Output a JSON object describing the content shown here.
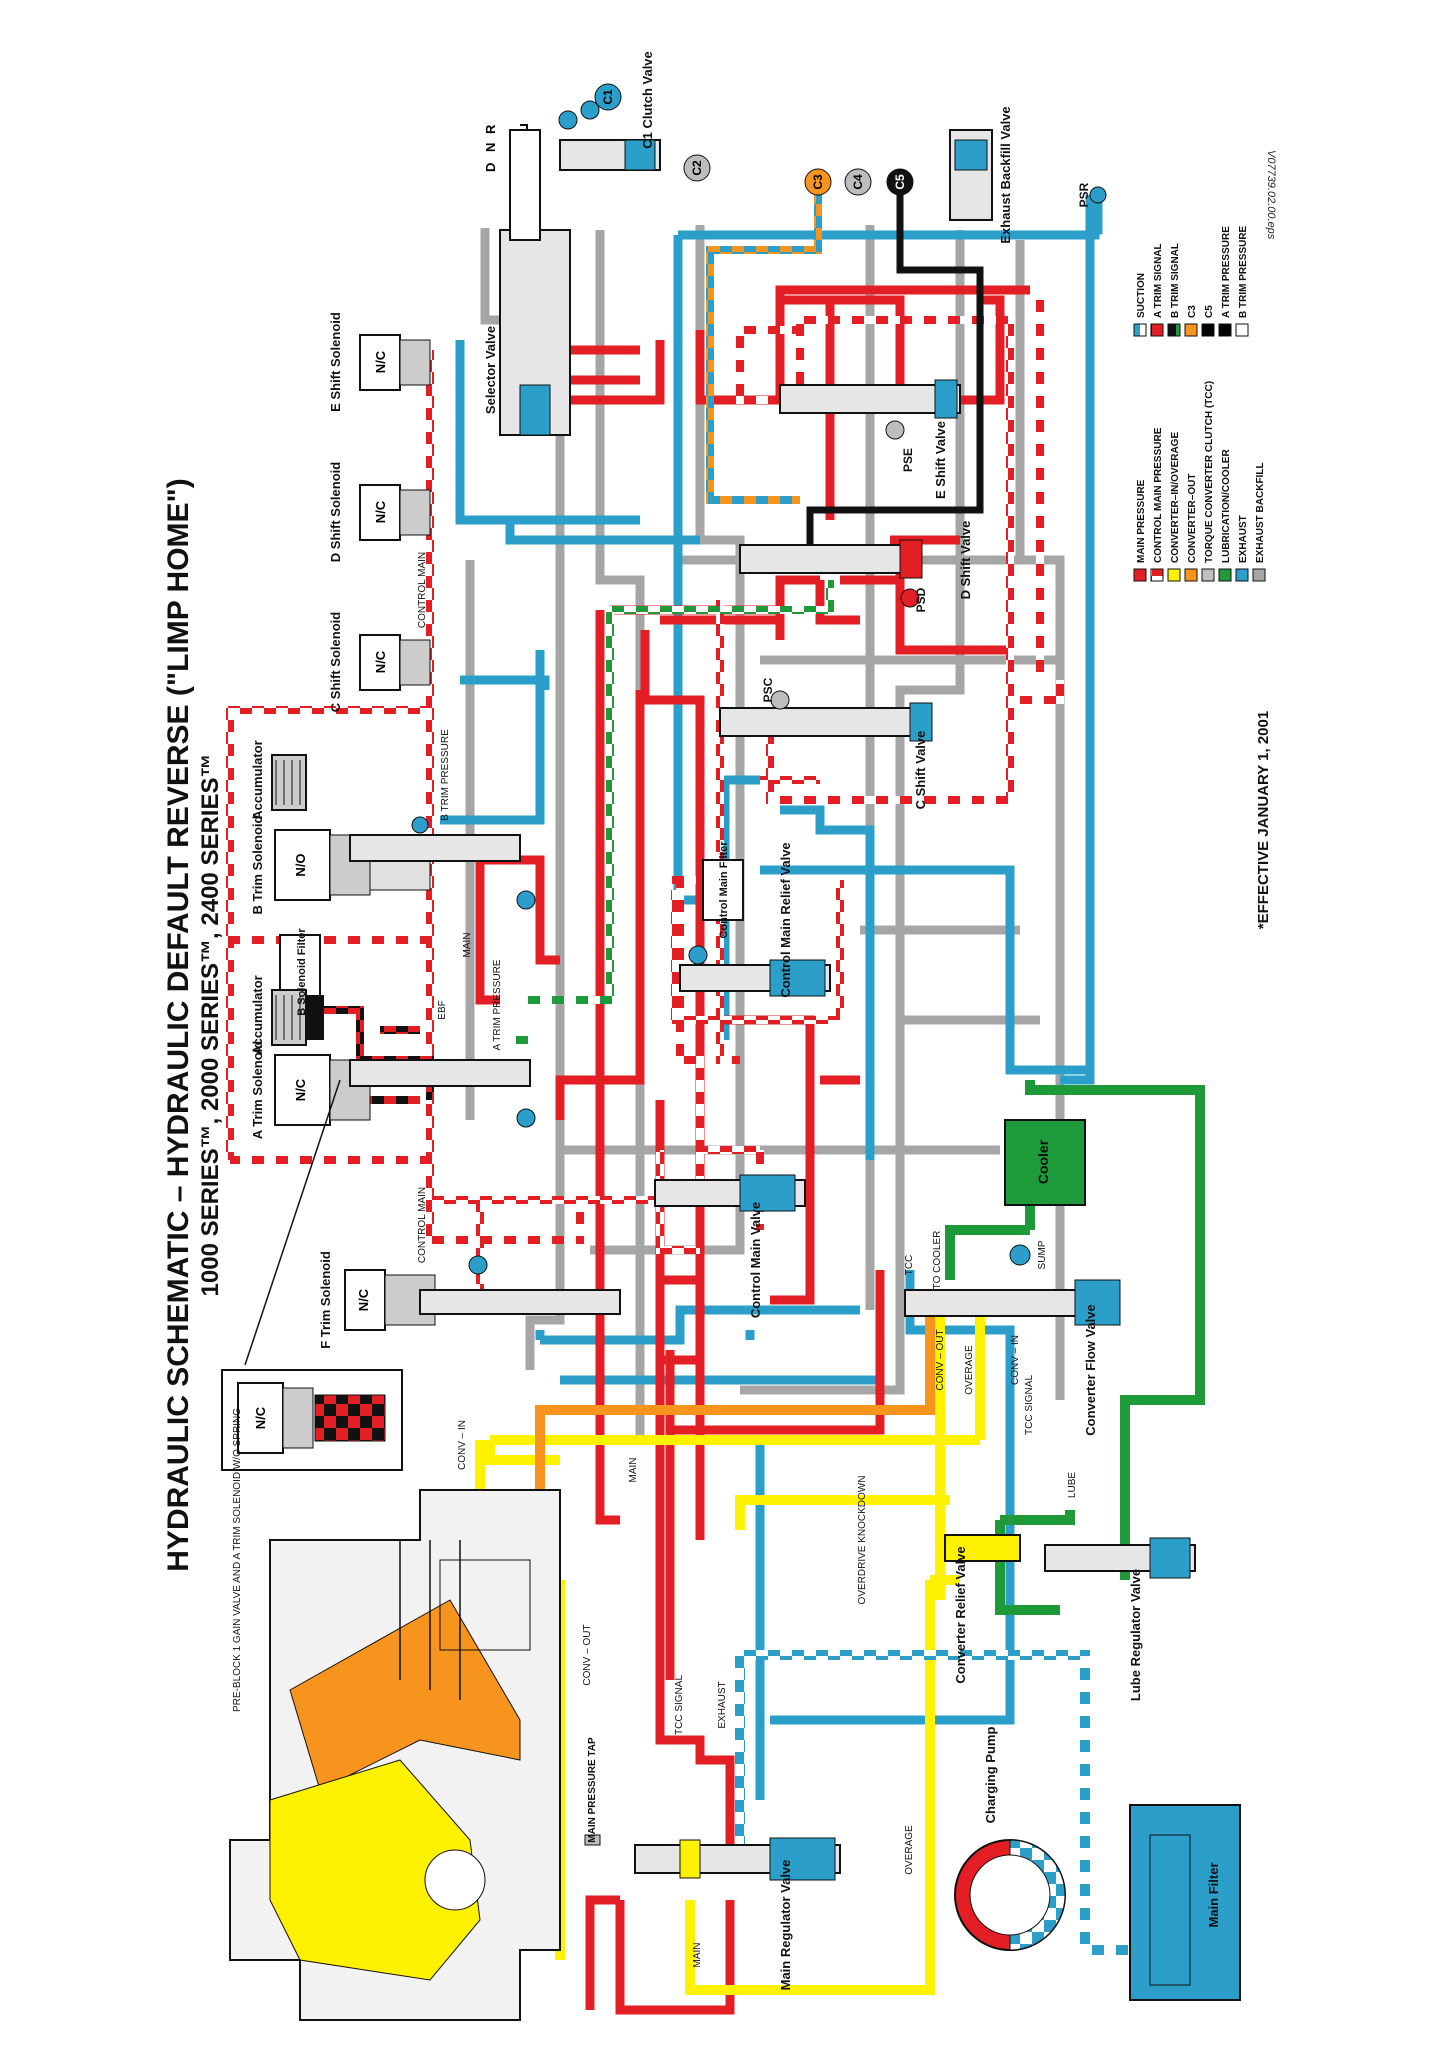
{
  "title": {
    "main": "HYDRAULIC SCHEMATIC – HYDRAULIC DEFAULT REVERSE (\"LIMP HOME\")",
    "series": "1000 SERIES™, 2000 SERIES™, 2400 SERIES™"
  },
  "file_id": "V07739.02.00.eps",
  "effective": "*EFFECTIVE JANUARY 1, 2001",
  "range_letters": [
    "D",
    "N",
    "R"
  ],
  "clutches": [
    "C1",
    "C2",
    "C3",
    "C4",
    "C5"
  ],
  "component_labels": {
    "c1_clutch_valve": "C1 Clutch Valve",
    "exhaust_backfill_valve": "Exhaust Backfill Valve",
    "psr": "PSR",
    "e_shift_solenoid": "E Shift Solenoid",
    "d_shift_solenoid": "D Shift Solenoid",
    "c_shift_solenoid": "C Shift Solenoid",
    "selector_valve": "Selector Valve",
    "e_shift_valve": "E Shift Valve",
    "d_shift_valve": "D Shift Valve",
    "c_shift_valve": "C Shift Valve",
    "pse": "PSE",
    "psd": "PSD",
    "psc": "PSC",
    "accumulator_b": "Accumulator",
    "b_trim_solenoid": "B Trim Solenoid",
    "b_solenoid_filter": "B Solenoid Filter",
    "accumulator_a": "Accumulator",
    "a_trim_solenoid": "A Trim Solenoid",
    "control_main_filter": "Control Main Filter",
    "control_main_relief_valve": "Control Main Relief Valve",
    "control_main_valve": "Control Main Valve",
    "f_trim_solenoid": "F Trim Solenoid",
    "cooler": "Cooler",
    "converter_flow_valve": "Converter Flow Valve",
    "converter_relief_valve": "Converter Relief Valve",
    "lube_regulator_valve": "Lube Regulator Valve",
    "main_regulator_valve": "Main Regulator Valve",
    "charging_pump": "Charging Pump",
    "main_filter": "Main Filter",
    "main_pressure_tap": "MAIN PRESSURE TAP",
    "pre_block": "PRE-BLOCK 1 GAIN VALVE AND A TRIM SOLENOID W/O SPRING"
  },
  "solenoid_states": {
    "e_shift": "N/C",
    "d_shift": "N/C",
    "c_shift": "N/C",
    "b_trim": "N/O",
    "a_trim": "N/C",
    "f_trim": "N/C",
    "pre_block": "N/C"
  },
  "line_labels": {
    "control_main_1": "CONTROL MAIN",
    "control_main_2": "CONTROL MAIN",
    "b_trim_pressure": "B TRIM PRESSURE",
    "a_trim_pressure": "A TRIM PRESSURE",
    "main_1": "MAIN",
    "main_2": "MAIN",
    "main_3": "MAIN",
    "ebf": "EBF",
    "tcc": "TCC",
    "to_cooler": "TO COOLER",
    "sump": "SUMP",
    "conv_out_1": "CONV – OUT",
    "conv_out_2": "CONV – OUT",
    "overage_1": "OVERAGE",
    "overage_2": "OVERAGE",
    "conv_in_1": "CONV – IN",
    "conv_in_2": "CONV – IN",
    "tcc_signal_1": "TCC SIGNAL",
    "tcc_signal_2": "TCC SIGNAL",
    "lube": "LUBE",
    "overdrive_knockdown": "OVERDRIVE KNOCKDOWN",
    "exhaust": "EXHAUST"
  },
  "legend": {
    "col1": [
      {
        "label": "MAIN PRESSURE",
        "color": "#e31e24",
        "pattern": "solid"
      },
      {
        "label": "CONTROL MAIN PRESSURE",
        "color": "#e31e24",
        "pattern": "stripe"
      },
      {
        "label": "CONVERTER–IN/OVERAGE",
        "color": "#fff200",
        "pattern": "solid"
      },
      {
        "label": "CONVERTER–OUT",
        "color": "#f7941d",
        "pattern": "solid"
      },
      {
        "label": "TORQUE CONVERTER CLUTCH (TCC)",
        "color": "#c0c0c0",
        "pattern": "solid"
      },
      {
        "label": "LUBRICATION/COOLER",
        "color": "#1f9a3a",
        "pattern": "solid"
      },
      {
        "label": "EXHAUST",
        "color": "#2b9fc9",
        "pattern": "solid"
      },
      {
        "label": "EXHAUST BACKFILL",
        "color": "#a6a6a6",
        "pattern": "solid"
      }
    ],
    "col2": [
      {
        "label": "SUCTION",
        "color": "#2b9fc9",
        "pattern": "stripe"
      },
      {
        "label": "A TRIM SIGNAL",
        "color": "#e31e24",
        "pattern": "black-stripe"
      },
      {
        "label": "B TRIM SIGNAL",
        "color": "#1f9a3a",
        "pattern": "black-stripe"
      },
      {
        "label": "C3",
        "color": "#f7941d",
        "pattern": "solid"
      },
      {
        "label": "C5",
        "color": "#000000",
        "pattern": "solid"
      },
      {
        "label": "A TRIM PRESSURE",
        "color": "#000000",
        "pattern": "solid"
      },
      {
        "label": "B TRIM PRESSURE",
        "color": "#e31e24",
        "pattern": "stripe"
      }
    ]
  },
  "colors": {
    "main": "#e31e24",
    "converter_in": "#fff200",
    "converter_out": "#f7941d",
    "tcc": "#c0c0c0",
    "lube": "#1f9a3a",
    "exhaust": "#2b9fc9",
    "backfill": "#a6a6a6",
    "c3": "#f7941d",
    "c5": "#000000"
  }
}
